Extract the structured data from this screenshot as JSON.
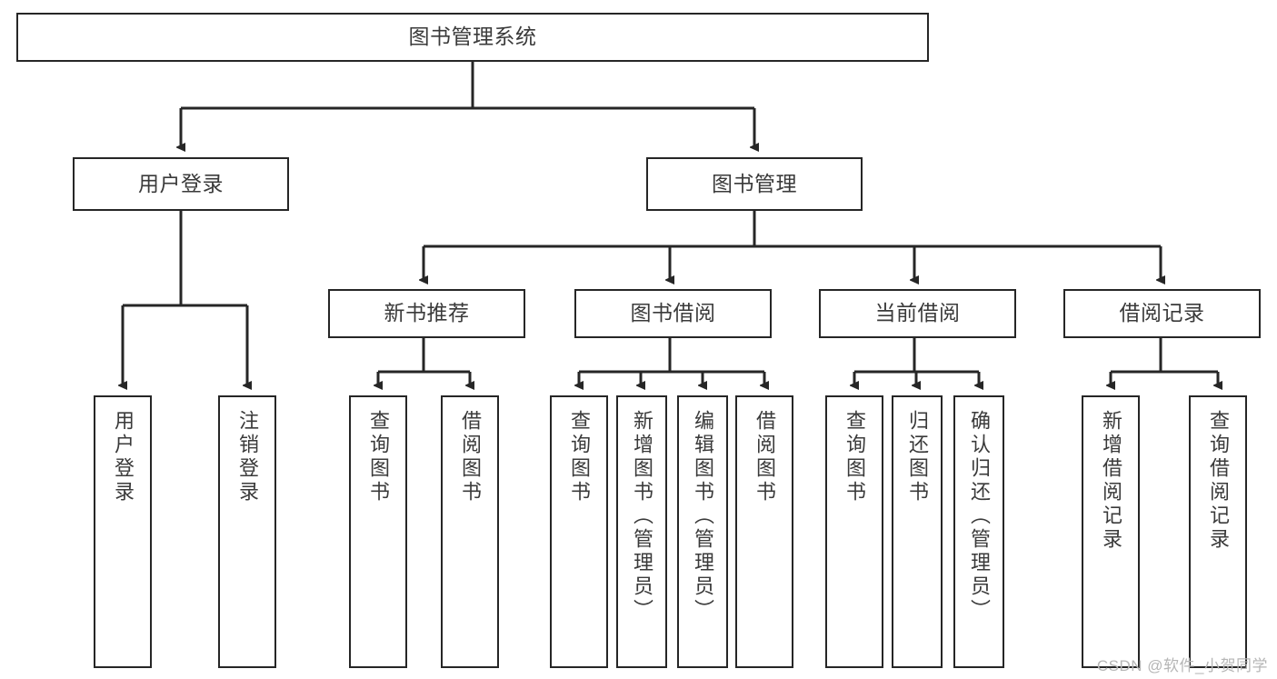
{
  "diagram": {
    "title": "图书管理系统",
    "type": "tree",
    "colors": {
      "stroke": "#262626",
      "text": "#3a3a3a",
      "background": "#ffffff",
      "watermark": "#b6b6b6"
    },
    "nodes": {
      "root": {
        "label": "图书管理系统"
      },
      "level2": [
        {
          "id": "user-login",
          "label": "用户登录"
        },
        {
          "id": "book-management",
          "label": "图书管理"
        }
      ],
      "level3": [
        {
          "id": "new-book-recommend",
          "label": "新书推荐"
        },
        {
          "id": "book-borrow",
          "label": "图书借阅"
        },
        {
          "id": "current-borrow",
          "label": "当前借阅"
        },
        {
          "id": "borrow-record",
          "label": "借阅记录"
        }
      ],
      "leaves": {
        "user_login": [
          {
            "id": "leaf-user-login",
            "label": "用户登录"
          },
          {
            "id": "leaf-logout-login",
            "label": "注销登录"
          }
        ],
        "new_book_recommend": [
          {
            "id": "leaf-query-book-1",
            "label": "查询图书"
          },
          {
            "id": "leaf-borrow-book-1",
            "label": "借阅图书"
          }
        ],
        "book_borrow": [
          {
            "id": "leaf-query-book-2",
            "label": "查询图书"
          },
          {
            "id": "leaf-add-book",
            "label": "新增图书（管理员）"
          },
          {
            "id": "leaf-edit-book",
            "label": "编辑图书（管理员）"
          },
          {
            "id": "leaf-borrow-book-2",
            "label": "借阅图书"
          }
        ],
        "current_borrow": [
          {
            "id": "leaf-query-book-3",
            "label": "查询图书"
          },
          {
            "id": "leaf-return-book",
            "label": "归还图书"
          },
          {
            "id": "leaf-confirm-return",
            "label": "确认归还（管理员）"
          }
        ],
        "borrow_record": [
          {
            "id": "leaf-add-record",
            "label": "新增借阅记录"
          },
          {
            "id": "leaf-query-record",
            "label": "查询借阅记录"
          }
        ]
      }
    }
  },
  "watermark": {
    "text": "CSDN @软件_小贺同学"
  }
}
